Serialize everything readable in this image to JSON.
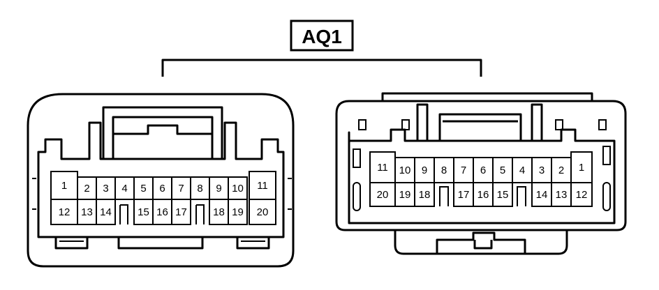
{
  "label": "AQ1",
  "left_connector": {
    "top_row": [
      "1",
      "2",
      "3",
      "4",
      "5",
      "6",
      "7",
      "8",
      "9",
      "10",
      "11"
    ],
    "bottom_row": [
      "12",
      "13",
      "14",
      "15",
      "16",
      "17",
      "18",
      "19",
      "20"
    ]
  },
  "right_connector": {
    "top_row": [
      "11",
      "10",
      "9",
      "8",
      "7",
      "6",
      "5",
      "4",
      "3",
      "2",
      "1"
    ],
    "bottom_row": [
      "20",
      "19",
      "18",
      "17",
      "16",
      "15",
      "14",
      "13",
      "12"
    ]
  }
}
